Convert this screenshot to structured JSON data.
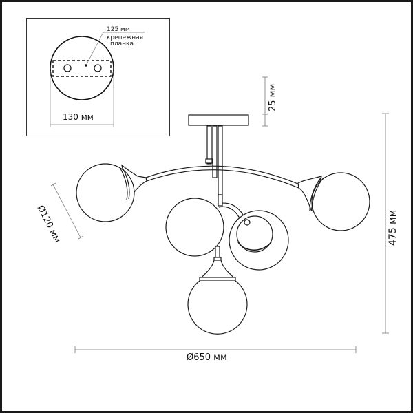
{
  "diagram": {
    "type": "technical-drawing",
    "subject": "ceiling chandelier with 5 glass globe shades",
    "line_color": "#1a1a1a",
    "dimension_color": "#777777",
    "background": "#ffffff"
  },
  "inset": {
    "plate_width_label": "130 мм",
    "bracket_length_label": "125 мм",
    "bracket_name_line1": "крепежная",
    "bracket_name_line2": "планка"
  },
  "dimensions": {
    "canopy_height": "25 мм",
    "total_height": "475 мм",
    "shade_diameter": "Ø120 мм",
    "total_diameter": "Ø650 мм"
  }
}
